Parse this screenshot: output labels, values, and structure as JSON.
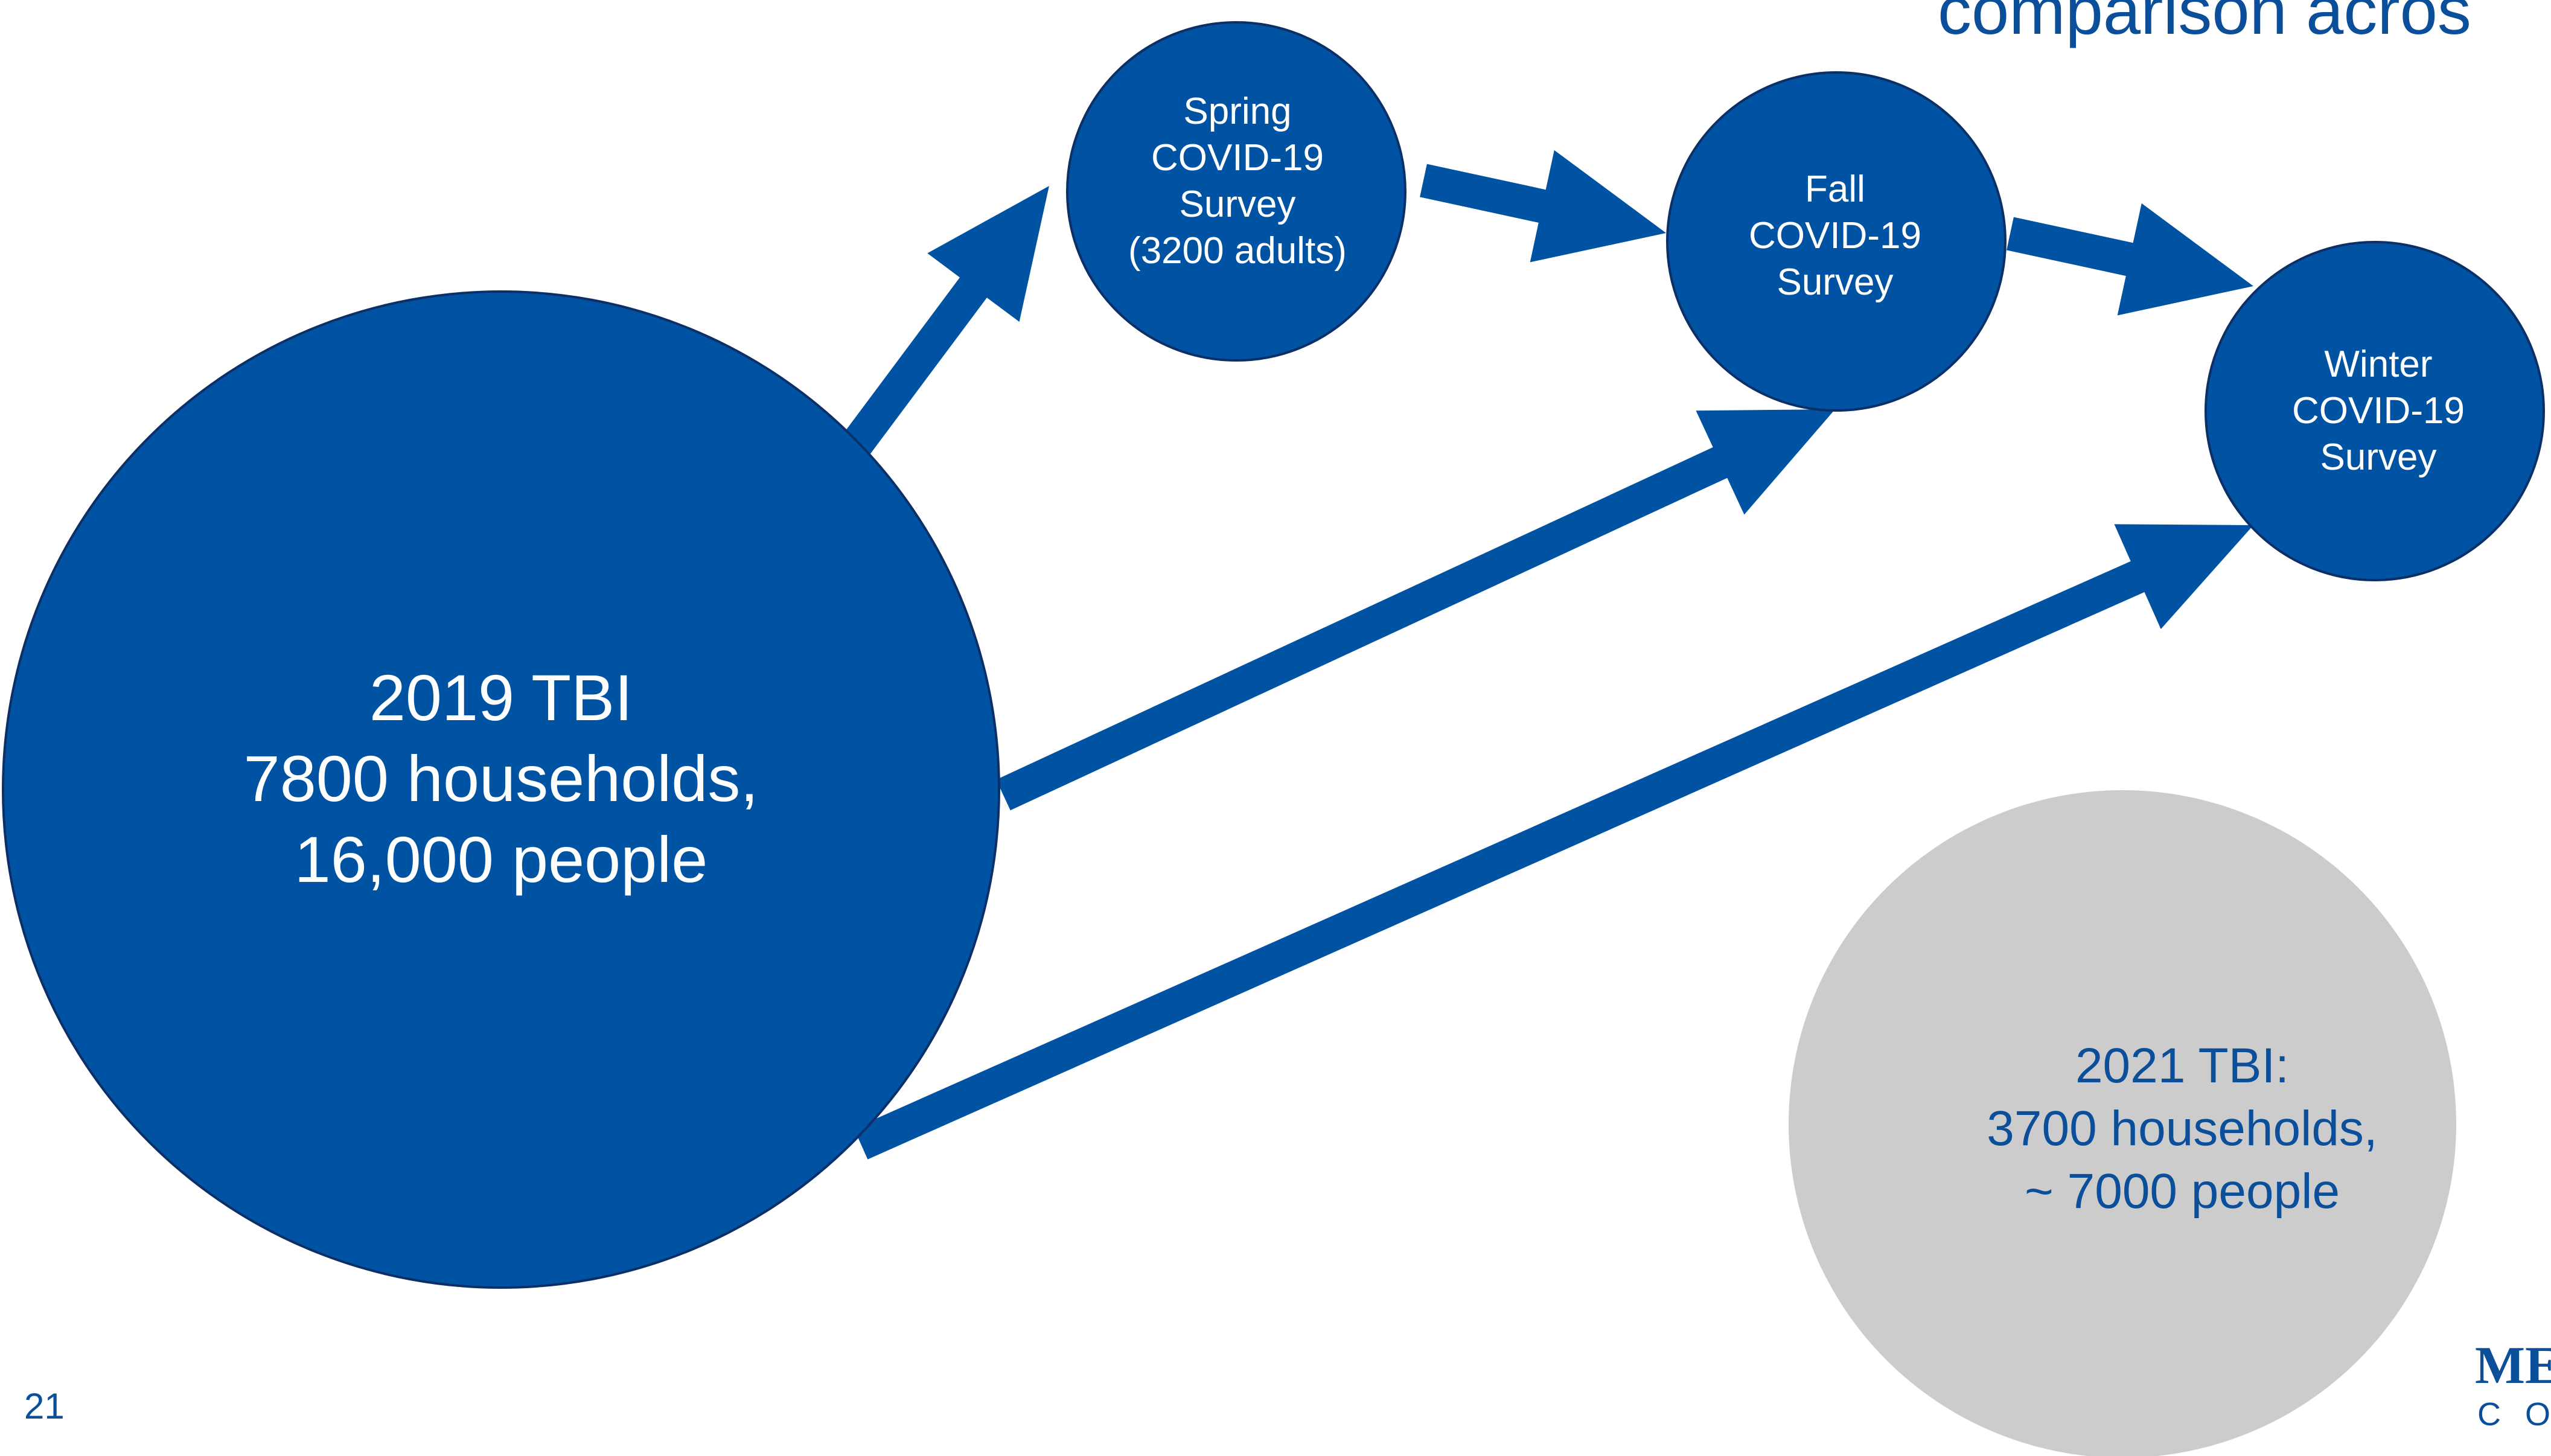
{
  "slide": {
    "title": "comparison acros",
    "page_number": "21"
  },
  "colors": {
    "primary_blue": "#0053a3",
    "node_outline": "#0b2f66",
    "text_blue": "#0b4f9a",
    "future_gray": "#cccccc"
  },
  "nodes": {
    "tbi_2019": "2019 TBI\n7800 households,\n16,000 people",
    "spring": "Spring\nCOVID-19\nSurvey\n(3200 adults)",
    "fall": "Fall\nCOVID-19\nSurvey",
    "winter": "Winter\nCOVID-19\nSurvey",
    "tbi_2021": "2021 TBI:\n3700 households,\n~ 7000 people"
  },
  "arrows": [
    {
      "from": "tbi_2019",
      "to": "spring"
    },
    {
      "from": "spring",
      "to": "fall"
    },
    {
      "from": "fall",
      "to": "winter"
    },
    {
      "from": "tbi_2019",
      "to": "fall"
    },
    {
      "from": "tbi_2019",
      "to": "winter"
    }
  ],
  "logo": {
    "top_text": "MET",
    "bottom_text": "CO"
  }
}
